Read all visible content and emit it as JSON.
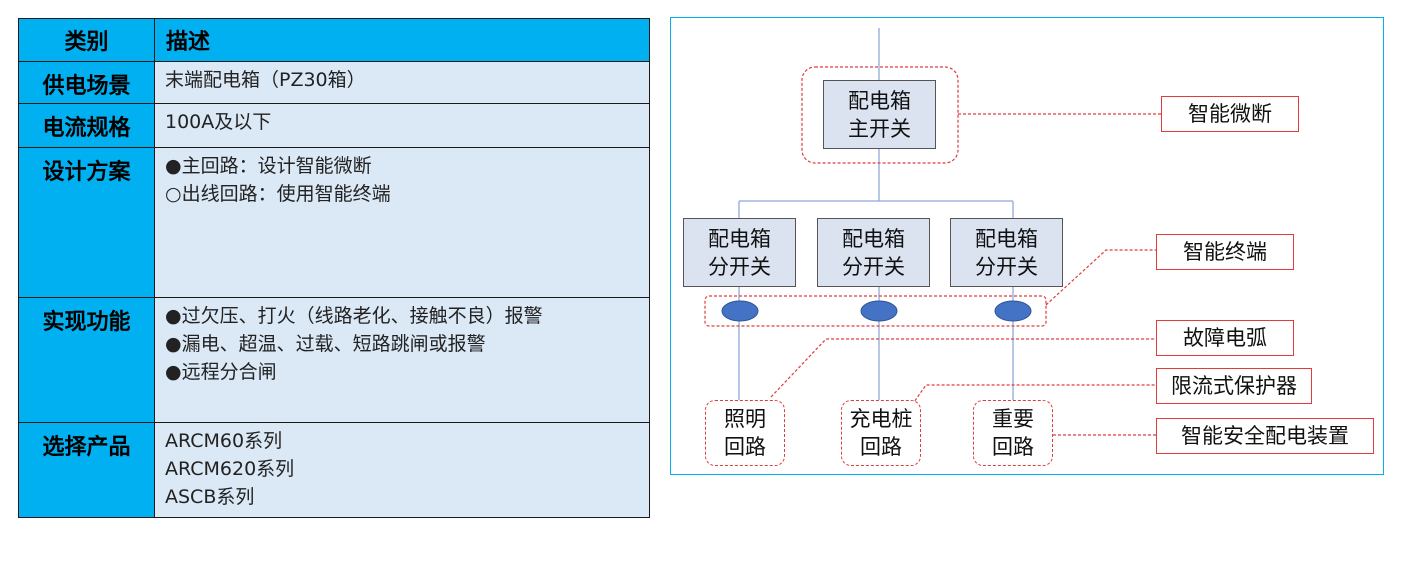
{
  "table": {
    "header": {
      "category": "类别",
      "description": "描述"
    },
    "rows": [
      {
        "category": "供电场景",
        "lines": [
          "末端配电箱（PZ30箱）"
        ]
      },
      {
        "category": "电流规格",
        "lines": [
          "100A及以下"
        ]
      },
      {
        "category": "设计方案",
        "lines": [
          "●主回路：设计智能微断",
          "○出线回路：使用智能终端"
        ]
      },
      {
        "category": "实现功能",
        "lines": [
          "●过欠压、打火（线路老化、接触不良）报警",
          "●漏电、超温、过载、短路跳闸或报警",
          "●远程分合闸"
        ]
      },
      {
        "category": "选择产品",
        "lines": [
          "ARCM60系列",
          "ARCM620系列",
          "ASCB系列"
        ]
      }
    ]
  },
  "diagram": {
    "main_switch": {
      "line1": "配电箱",
      "line2": "主开关"
    },
    "branch_switches": [
      {
        "line1": "配电箱",
        "line2": "分开关"
      },
      {
        "line1": "配电箱",
        "line2": "分开关"
      },
      {
        "line1": "配电箱",
        "line2": "分开关"
      }
    ],
    "circuits": [
      {
        "line1": "照明",
        "line2": "回路"
      },
      {
        "line1": "充电桩",
        "line2": "回路"
      },
      {
        "line1": "重要",
        "line2": "回路"
      }
    ],
    "callouts": {
      "smart_breaker": "智能微断",
      "smart_terminal": "智能终端",
      "fault_arc": "故障电弧",
      "current_limit": "限流式保护器",
      "safety_device": "智能安全配电装置"
    },
    "colors": {
      "frame": "#00b0f0",
      "node_fill": "#dbe3f1",
      "line": "#8ea9db",
      "dashed": "#e03c3c",
      "sensor": "#4472c4"
    }
  }
}
